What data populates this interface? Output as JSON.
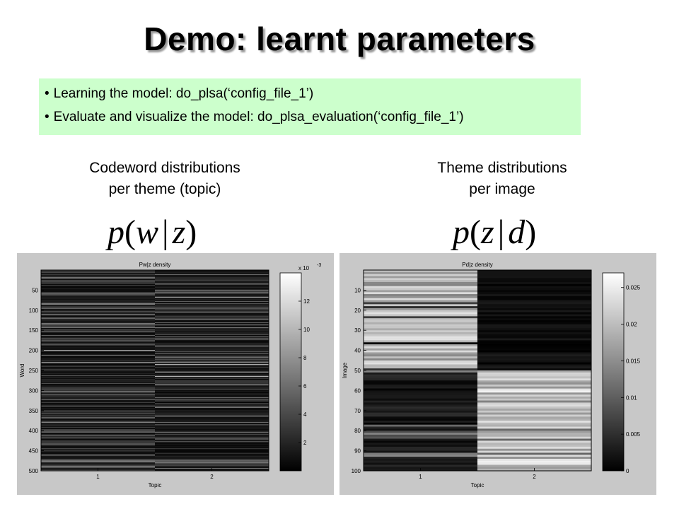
{
  "slide": {
    "title": "Demo: learnt parameters",
    "bullets": [
      "Learning the model: do_plsa(‘config_file_1’)",
      "Evaluate and visualize the model: do_plsa_evaluation(‘config_file_1’)"
    ],
    "bullet_symbol": "•",
    "colors": {
      "bullet_box": "#ccffcc",
      "figure_bg": "#c8c8c8"
    }
  },
  "left_panel": {
    "caption_line1": "Codeword distributions",
    "caption_line2": "per theme (topic)",
    "formula": {
      "p": "p",
      "lp": "(",
      "w": "w",
      "bar": "|",
      "z": "z",
      "rp": ")"
    }
  },
  "right_panel": {
    "caption_line1": "Theme distributions",
    "caption_line2": "per image",
    "formula": {
      "p": "p",
      "lp": "(",
      "z": "z",
      "bar": "|",
      "d": "d",
      "rp": ")"
    }
  },
  "chart_data": [
    {
      "type": "heatmap",
      "title": "Pw|z density",
      "xlabel": "Topic",
      "ylabel": "Word",
      "x_ticks": [
        "1",
        "2"
      ],
      "y_ticks": [
        "50",
        "100",
        "150",
        "200",
        "250",
        "300",
        "350",
        "400",
        "450",
        "500"
      ],
      "ylim": [
        0,
        500
      ],
      "n_rows": 500,
      "colorbar": {
        "ticks": [
          "2",
          "4",
          "6",
          "8",
          "10",
          "12"
        ],
        "tick_values": [
          2,
          4,
          6,
          8,
          10,
          12
        ],
        "range": [
          0,
          14
        ],
        "exponent_base": "x 10",
        "exponent": "-3"
      }
    },
    {
      "type": "heatmap",
      "title": "Pd|z density",
      "xlabel": "Topic",
      "ylabel": "Image",
      "x_ticks": [
        "1",
        "2"
      ],
      "y_ticks": [
        "10",
        "20",
        "30",
        "40",
        "50",
        "60",
        "70",
        "80",
        "90",
        "100"
      ],
      "ylim": [
        0,
        100
      ],
      "n_rows": 100,
      "colorbar": {
        "ticks": [
          "0",
          "0.005",
          "0.01",
          "0.015",
          "0.02",
          "0.025"
        ],
        "tick_values": [
          0,
          0.005,
          0.01,
          0.015,
          0.02,
          0.025
        ],
        "range": [
          0,
          0.027
        ]
      }
    }
  ]
}
